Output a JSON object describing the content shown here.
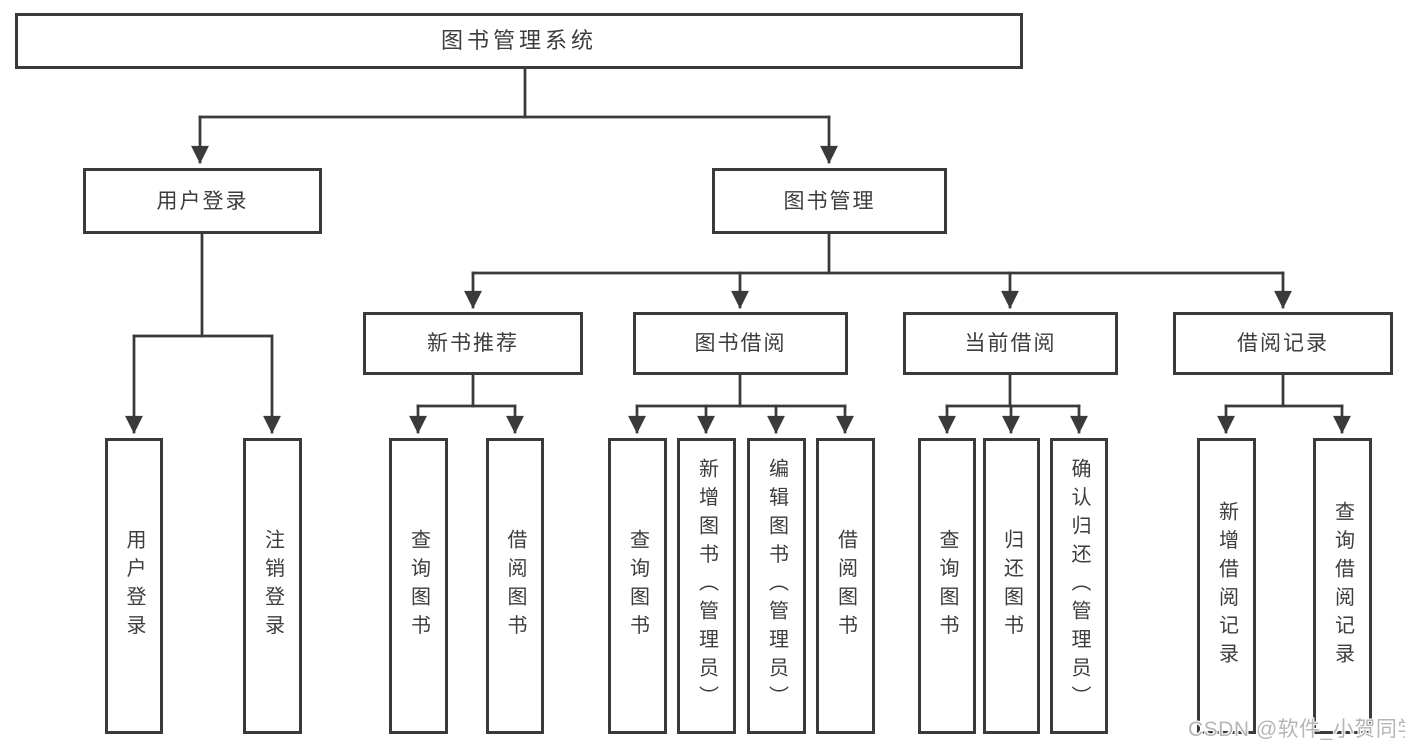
{
  "colors": {
    "line": "#3a3a3a",
    "box_border": "#3a3a3a",
    "box_fill": "#ffffff",
    "text": "#3d3d3d",
    "background": "#ffffff",
    "watermark": "#b6b6b6"
  },
  "diagram": {
    "nodes": {
      "root": "图书管理系统",
      "user_login": "用户登录",
      "book_management": "图书管理",
      "new_book_recommend": "新书推荐",
      "book_borrow": "图书借阅",
      "current_borrow": "当前借阅",
      "borrow_records": "借阅记录"
    },
    "leaves": {
      "user_login": [
        "用户登录",
        "注销登录"
      ],
      "new_book_recommend": [
        "查询图书",
        "借阅图书"
      ],
      "book_borrow": [
        "查询图书",
        "新增图书（管理员）",
        "编辑图书（管理员）",
        "借阅图书"
      ],
      "current_borrow": [
        "查询图书",
        "归还图书",
        "确认归还（管理员）"
      ],
      "borrow_records": [
        "新增借阅记录",
        "查询借阅记录"
      ]
    }
  },
  "watermark": "CSDN @软件_小贺同学"
}
